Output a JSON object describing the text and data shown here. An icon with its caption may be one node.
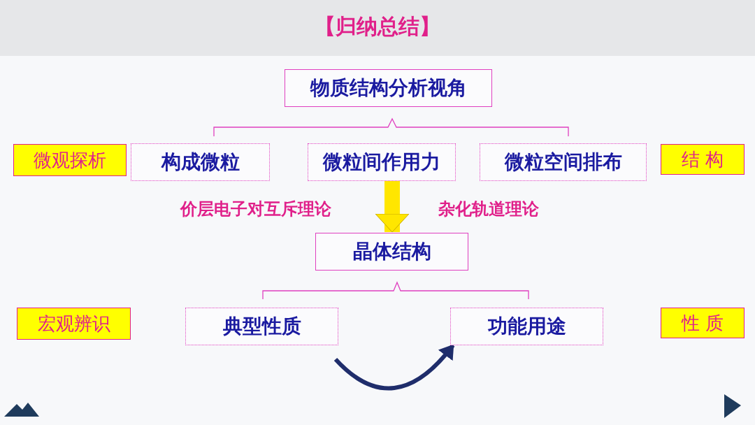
{
  "diagram": {
    "title": "【归纳总结】",
    "nodes": [
      {
        "text": [
          "物质结构分析视角"
        ]
      },
      {
        "text": [
          "微观探析"
        ]
      },
      {
        "text": [
          "构成微粒"
        ]
      },
      {
        "text": [
          "微粒间作用力"
        ]
      },
      {
        "text": [
          "微粒空间排布"
        ]
      },
      {
        "text": [
          "结 构"
        ]
      },
      {
        "text": [
          "晶体结构"
        ]
      },
      {
        "text": [
          "宏观辨识"
        ]
      },
      {
        "text": [
          "典型性质"
        ]
      },
      {
        "text": [
          "功能用途"
        ]
      },
      {
        "text": [
          "性 质"
        ]
      }
    ],
    "edges": [
      {
        "from": 3,
        "to": 6,
        "arrow": "to",
        "style": "thick",
        "color": "#ffe600"
      },
      {
        "from": 8,
        "to": 9,
        "arrow": "to",
        "color": "#1f2d6b"
      }
    ],
    "labels": [
      "价层电子对互斥理论",
      "杂化轨道理论"
    ]
  }
}
